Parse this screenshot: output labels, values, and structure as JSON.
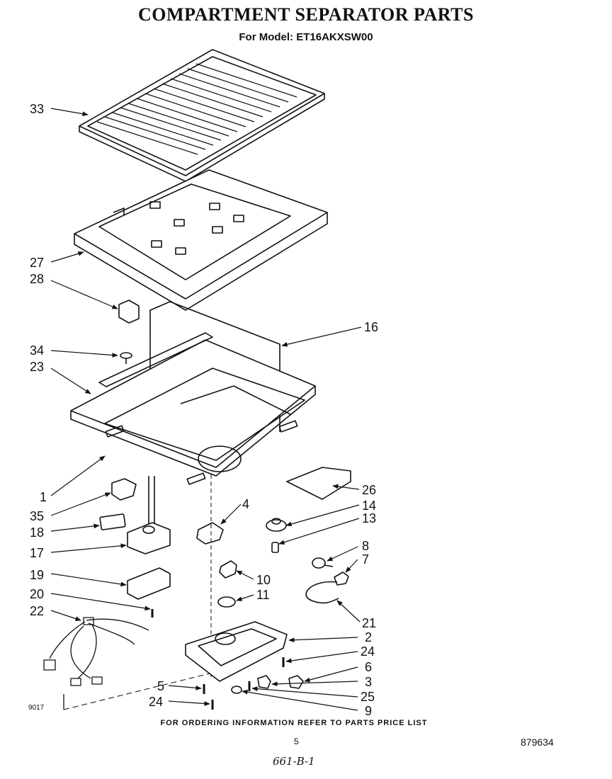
{
  "header": {
    "title": "COMPARTMENT SEPARATOR PARTS",
    "subtitle": "For Model: ET16AKXSW00"
  },
  "callouts": [
    {
      "id": "33",
      "text": "33"
    },
    {
      "id": "27",
      "text": "27"
    },
    {
      "id": "28",
      "text": "28"
    },
    {
      "id": "16",
      "text": "16"
    },
    {
      "id": "34",
      "text": "34"
    },
    {
      "id": "23",
      "text": "23"
    },
    {
      "id": "1",
      "text": "1"
    },
    {
      "id": "26",
      "text": "26"
    },
    {
      "id": "35",
      "text": "35"
    },
    {
      "id": "4",
      "text": "4"
    },
    {
      "id": "14",
      "text": "14"
    },
    {
      "id": "13",
      "text": "13"
    },
    {
      "id": "18",
      "text": "18"
    },
    {
      "id": "17",
      "text": "17"
    },
    {
      "id": "8",
      "text": "8"
    },
    {
      "id": "7",
      "text": "7"
    },
    {
      "id": "19",
      "text": "19"
    },
    {
      "id": "10",
      "text": "10"
    },
    {
      "id": "11",
      "text": "11"
    },
    {
      "id": "20",
      "text": "20"
    },
    {
      "id": "22",
      "text": "22"
    },
    {
      "id": "21",
      "text": "21"
    },
    {
      "id": "2",
      "text": "2"
    },
    {
      "id": "24a",
      "text": "24"
    },
    {
      "id": "6",
      "text": "6"
    },
    {
      "id": "5",
      "text": "5"
    },
    {
      "id": "3",
      "text": "3"
    },
    {
      "id": "25",
      "text": "25"
    },
    {
      "id": "24b",
      "text": "24"
    },
    {
      "id": "9",
      "text": "9"
    }
  ],
  "footer": {
    "code": "9017",
    "ordering_note": "FOR ORDERING INFORMATION REFER TO PARTS PRICE LIST",
    "page_number": "5",
    "part_number": "879634",
    "handwritten_note": "661-B-1"
  }
}
